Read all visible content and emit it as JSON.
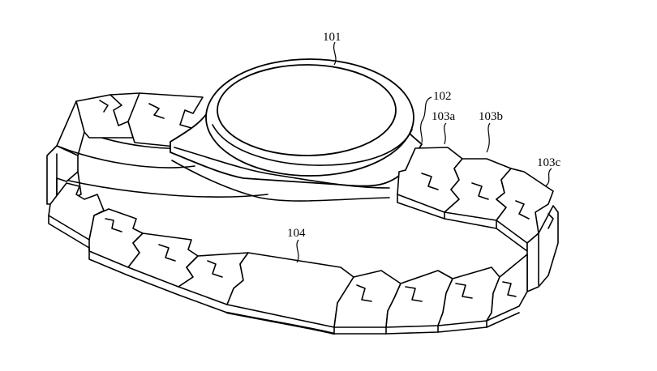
{
  "figure": {
    "labels": {
      "l101": "101",
      "l102": "102",
      "l103a": "103a",
      "l103b": "103b",
      "l103c": "103c",
      "l104": "104"
    }
  }
}
